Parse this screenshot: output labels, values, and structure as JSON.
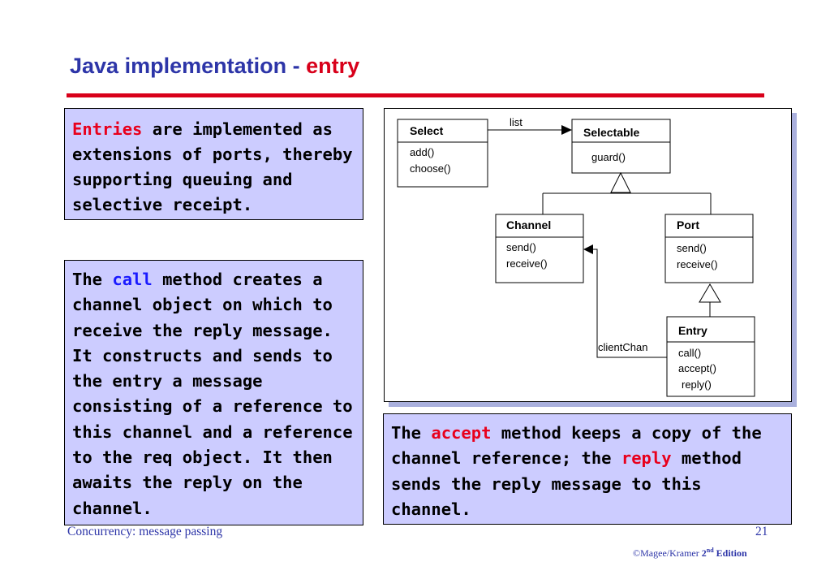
{
  "title": {
    "main": "Java implementation - ",
    "highlight": "entry"
  },
  "box1": {
    "p1_red": "Entries",
    "p1_rest": " are implemented as extensions of ports, thereby supporting queuing and selective receipt."
  },
  "box2": {
    "p1": "The ",
    "call": "call",
    "p2": " method creates a channel object on which to receive the reply message. It constructs and sends to the entry a message consisting of a reference to this channel and a reference to the req object. It then awaits the reply on the channel."
  },
  "box3": {
    "p1": "The ",
    "accept": "accept",
    "p2": " method keeps a copy of the channel reference; the ",
    "reply": "reply",
    "p3": " method sends the reply message to this channel."
  },
  "diagram": {
    "select": {
      "name": "Select",
      "methods": [
        "add()",
        "choose()"
      ]
    },
    "selectable": {
      "name": "Selectable",
      "methods": [
        "guard()"
      ]
    },
    "channel": {
      "name": "Channel",
      "methods": [
        "send()",
        "receive()"
      ]
    },
    "port": {
      "name": "Port",
      "methods": [
        "send()",
        "receive()"
      ]
    },
    "entry": {
      "name": "Entry",
      "methods": [
        "call()",
        "accept()",
        "reply()"
      ]
    },
    "assoc_list": "list",
    "assoc_client": "clientChan"
  },
  "footer": {
    "course": "Concurrency: message passing",
    "page": "21",
    "copyright": "©Magee/Kramer ",
    "edition_num": "2",
    "edition_sup": "nd",
    "edition_word": " Edition"
  }
}
